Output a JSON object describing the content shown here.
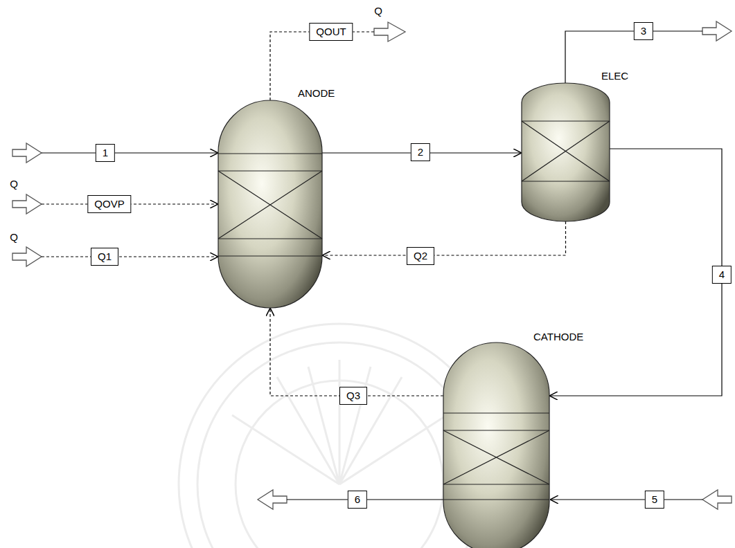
{
  "diagram": {
    "nodes": [
      {
        "text": [
          "ANODE"
        ]
      },
      {
        "text": [
          "ELEC"
        ]
      },
      {
        "text": [
          "CATHODE"
        ]
      }
    ],
    "edges": [
      {
        "from": 0,
        "to": 1,
        "arrow": "to",
        "label": "2"
      },
      {
        "from": 1,
        "to": 2,
        "arrow": "to",
        "label": "4"
      },
      {
        "from": 1,
        "to": 0,
        "arrow": "to",
        "label": "Q2"
      },
      {
        "from": 2,
        "to": 0,
        "arrow": "to",
        "label": "Q3"
      }
    ],
    "labels": [
      "Q",
      "QOUT",
      "1",
      "Q",
      "QOVP",
      "Q",
      "Q1",
      "3",
      "5",
      "6"
    ]
  }
}
